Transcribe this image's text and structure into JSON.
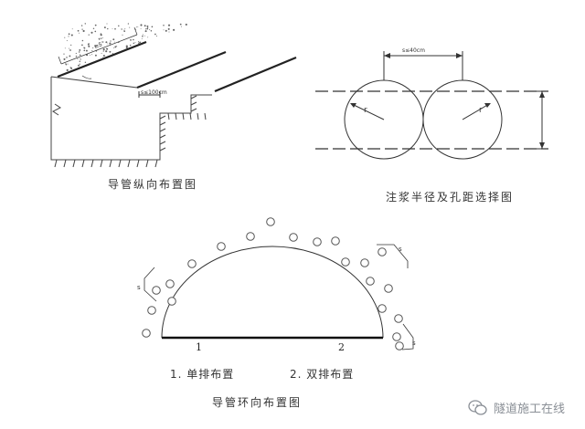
{
  "top_left": {
    "caption": "导管纵向布置图",
    "spacing_label": "s≤100cm",
    "slope_label": "≥5°"
  },
  "top_right": {
    "caption": "注浆半径及孔距选择图",
    "spacing_label": "s≤40cm",
    "radius_label_1": "r",
    "radius_label_2": "r"
  },
  "bottom": {
    "caption": "导管环向布置图",
    "item1_num": "1",
    "item2_num": "2",
    "item1_label": "1. 单排布置",
    "item2_label": "2. 双排布置",
    "dim_left": "s",
    "dim_right_top": "s",
    "dim_right_bottom": "s"
  },
  "watermark": {
    "text": "隧道施工在线",
    "icon": "wechat-icon"
  }
}
